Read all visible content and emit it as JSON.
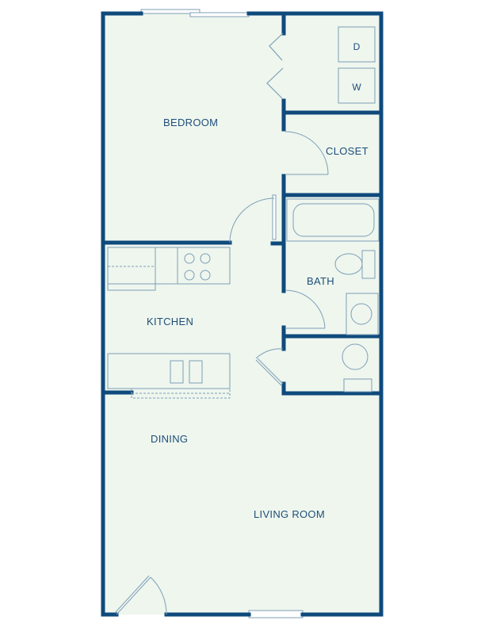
{
  "colors": {
    "wall": "#0f4a7c",
    "floor": "#eef6ee",
    "fixture": "#7f9fb7"
  },
  "rooms": {
    "bedroom": "BEDROOM",
    "closet": "CLOSET",
    "bath": "BATH",
    "kitchen": "KITCHEN",
    "dining": "DINING",
    "living_room": "LIVING ROOM"
  },
  "appliances": {
    "dryer": "D",
    "washer": "W"
  }
}
